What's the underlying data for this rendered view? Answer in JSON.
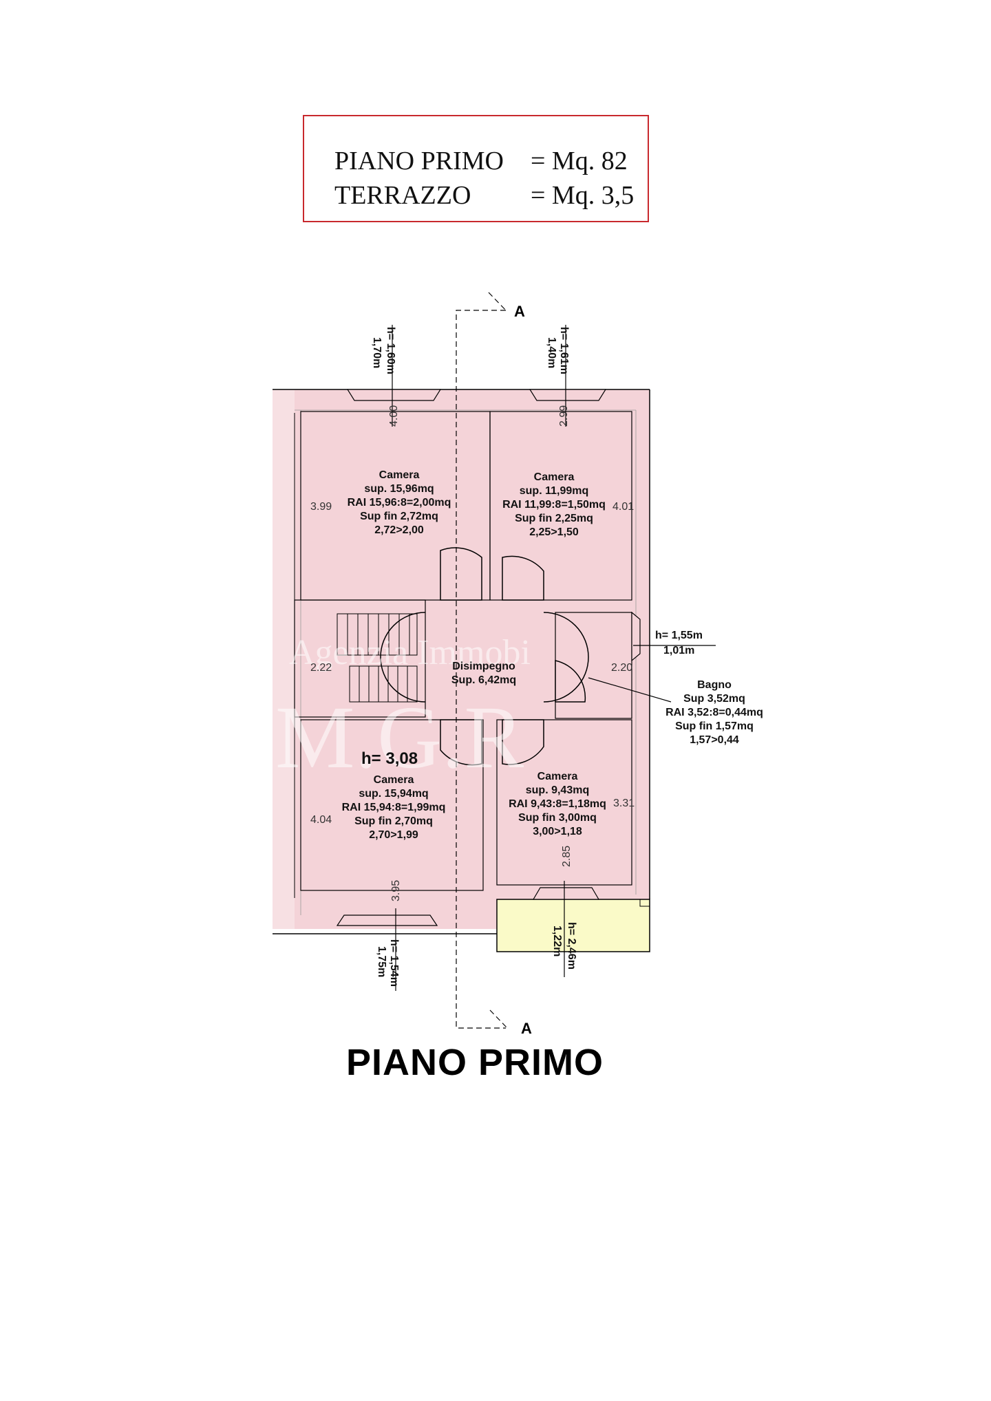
{
  "summary": {
    "line1_label": "PIANO PRIMO",
    "line1_value": "= Mq. 82",
    "line2_label": "TERRAZZO",
    "line2_value": "= Mq. 3,5"
  },
  "watermark": {
    "line1": "Agenzia Immobi",
    "line2": "M.G.R"
  },
  "floor_title": "PIANO PRIMO",
  "section_marks": {
    "top": "A",
    "bottom": "A"
  },
  "colors": {
    "room_fill": "#f4d3d8",
    "terrace_fill": "#fafac8",
    "summary_border": "#c8282d",
    "wall": "#000000"
  },
  "rooms": {
    "camera_tl": [
      "Camera",
      "sup. 15,96mq",
      "RAI 15,96:8=2,00mq",
      "Sup fin 2,72mq",
      "2,72>2,00"
    ],
    "camera_tr": [
      "Camera",
      "sup. 11,99mq",
      "RAI 11,99:8=1,50mq",
      "Sup fin 2,25mq",
      "2,25>1,50"
    ],
    "disimpegno": [
      "Disimpegno",
      "Sup. 6,42mq"
    ],
    "bagno": [
      "Bagno",
      "Sup 3,52mq",
      "RAI 3,52:8=0,44mq",
      "Sup fin 1,57mq",
      "1,57>0,44"
    ],
    "camera_bl": [
      "Camera",
      "sup. 15,94mq",
      "RAI 15,94:8=1,99mq",
      "Sup fin 2,70mq",
      "2,70>1,99"
    ],
    "camera_br": [
      "Camera",
      "sup. 9,43mq",
      "RAI 9,43:8=1,18mq",
      "Sup fin 3,00mq",
      "3,00>1,18"
    ]
  },
  "height_label": "h= 3,08",
  "dimensions": {
    "tl_top": "4.00",
    "tl_left": "3.99",
    "tr_top": "2.99",
    "tr_right": "4.01",
    "stair_left": "2.22",
    "bagno_left": "2.20",
    "bl_left": "4.04",
    "bl_bottom": "3.95",
    "br_right": "3.31",
    "br_bottom": "2.85"
  },
  "window_heights": {
    "w_tl": [
      "h= 1,60m",
      "1,70m"
    ],
    "w_tr": [
      "h= 1,61m",
      "1,40m"
    ],
    "w_bagno": [
      "h= 1,55m",
      "1,01m"
    ],
    "w_bl": [
      "h= 1,54m",
      "1,75m"
    ],
    "w_br": [
      "h= 2,46m",
      "1,22m"
    ]
  }
}
